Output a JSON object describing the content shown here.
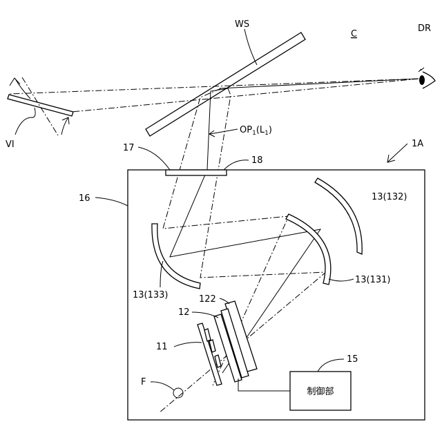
{
  "labels": {
    "ws": "WS",
    "c": "C",
    "dr": "DR",
    "vi": "VI",
    "op1_main": "OP",
    "op1_sub1": "1",
    "op1_paren_open": "(L",
    "op1_sub2": "1",
    "op1_paren_close": ")",
    "device_1a": "1A",
    "n17": "17",
    "n18": "18",
    "n16": "16",
    "m132": "13(132)",
    "m133": "13(133)",
    "m131": "13(131)",
    "n122": "122",
    "n12": "12",
    "n11": "11",
    "n15": "15",
    "control_unit": "制御部",
    "f": "F"
  }
}
